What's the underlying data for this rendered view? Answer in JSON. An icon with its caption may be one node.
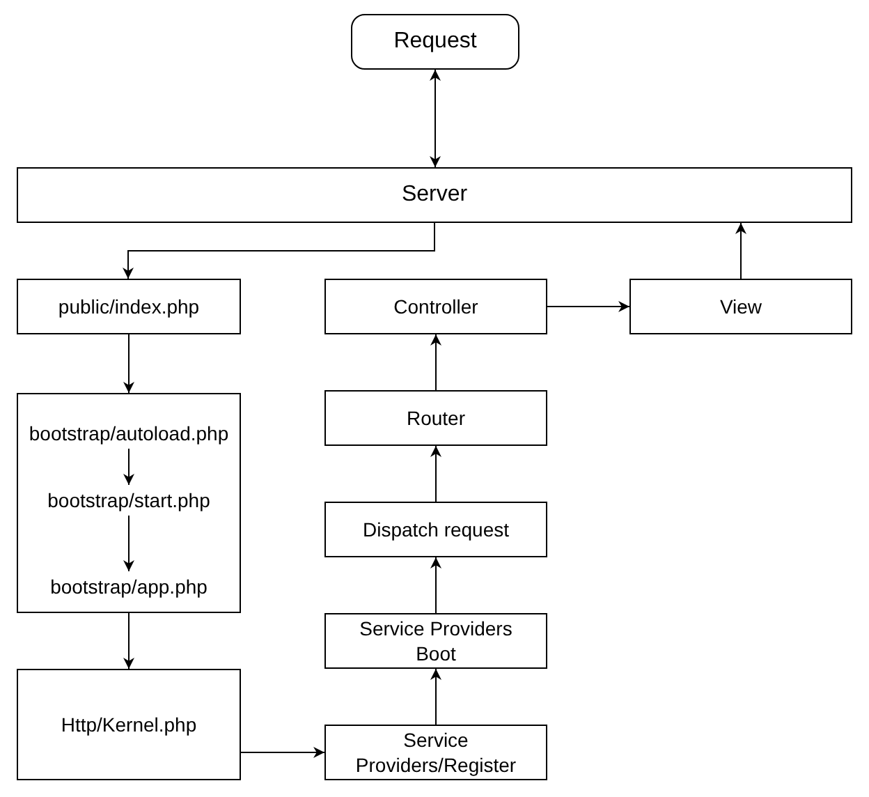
{
  "diagram": {
    "nodes": [
      {
        "text": [
          "Request"
        ]
      },
      {
        "text": [
          "Server"
        ]
      },
      {
        "text": [
          "public/index.php"
        ]
      },
      {
        "text": [],
        "shape": "box"
      },
      {
        "text": [
          "bootstrap/autoload.php"
        ],
        "in": 3
      },
      {
        "text": [
          "bootstrap/start.php"
        ],
        "in": 3
      },
      {
        "text": [
          "bootstrap/app.php"
        ],
        "in": 3
      },
      {
        "text": [
          "Http/Kernel.php"
        ]
      },
      {
        "text": [
          "Controller"
        ]
      },
      {
        "text": [
          "View"
        ]
      },
      {
        "text": [
          "Router"
        ]
      },
      {
        "text": [
          "Dispatch request"
        ]
      },
      {
        "text": [
          "Service Providers Boot"
        ]
      },
      {
        "text": [
          "Service Providers/Register"
        ]
      }
    ],
    "edges": [
      {
        "from": 0,
        "to": 1,
        "arrow": "both"
      },
      {
        "from": 1,
        "to": 2,
        "arrow": "to"
      },
      {
        "from": 2,
        "to": 3,
        "arrow": "to"
      },
      {
        "from": 4,
        "to": 5,
        "arrow": "to"
      },
      {
        "from": 5,
        "to": 6,
        "arrow": "to"
      },
      {
        "from": 3,
        "to": 7,
        "arrow": "to"
      },
      {
        "from": 7,
        "to": 13,
        "arrow": "to"
      },
      {
        "from": 13,
        "to": 12,
        "arrow": "to"
      },
      {
        "from": 12,
        "to": 11,
        "arrow": "to"
      },
      {
        "from": 11,
        "to": 10,
        "arrow": "to"
      },
      {
        "from": 10,
        "to": 8,
        "arrow": "to"
      },
      {
        "from": 8,
        "to": 9,
        "arrow": "to"
      },
      {
        "from": 9,
        "to": 1,
        "arrow": "to"
      }
    ]
  }
}
